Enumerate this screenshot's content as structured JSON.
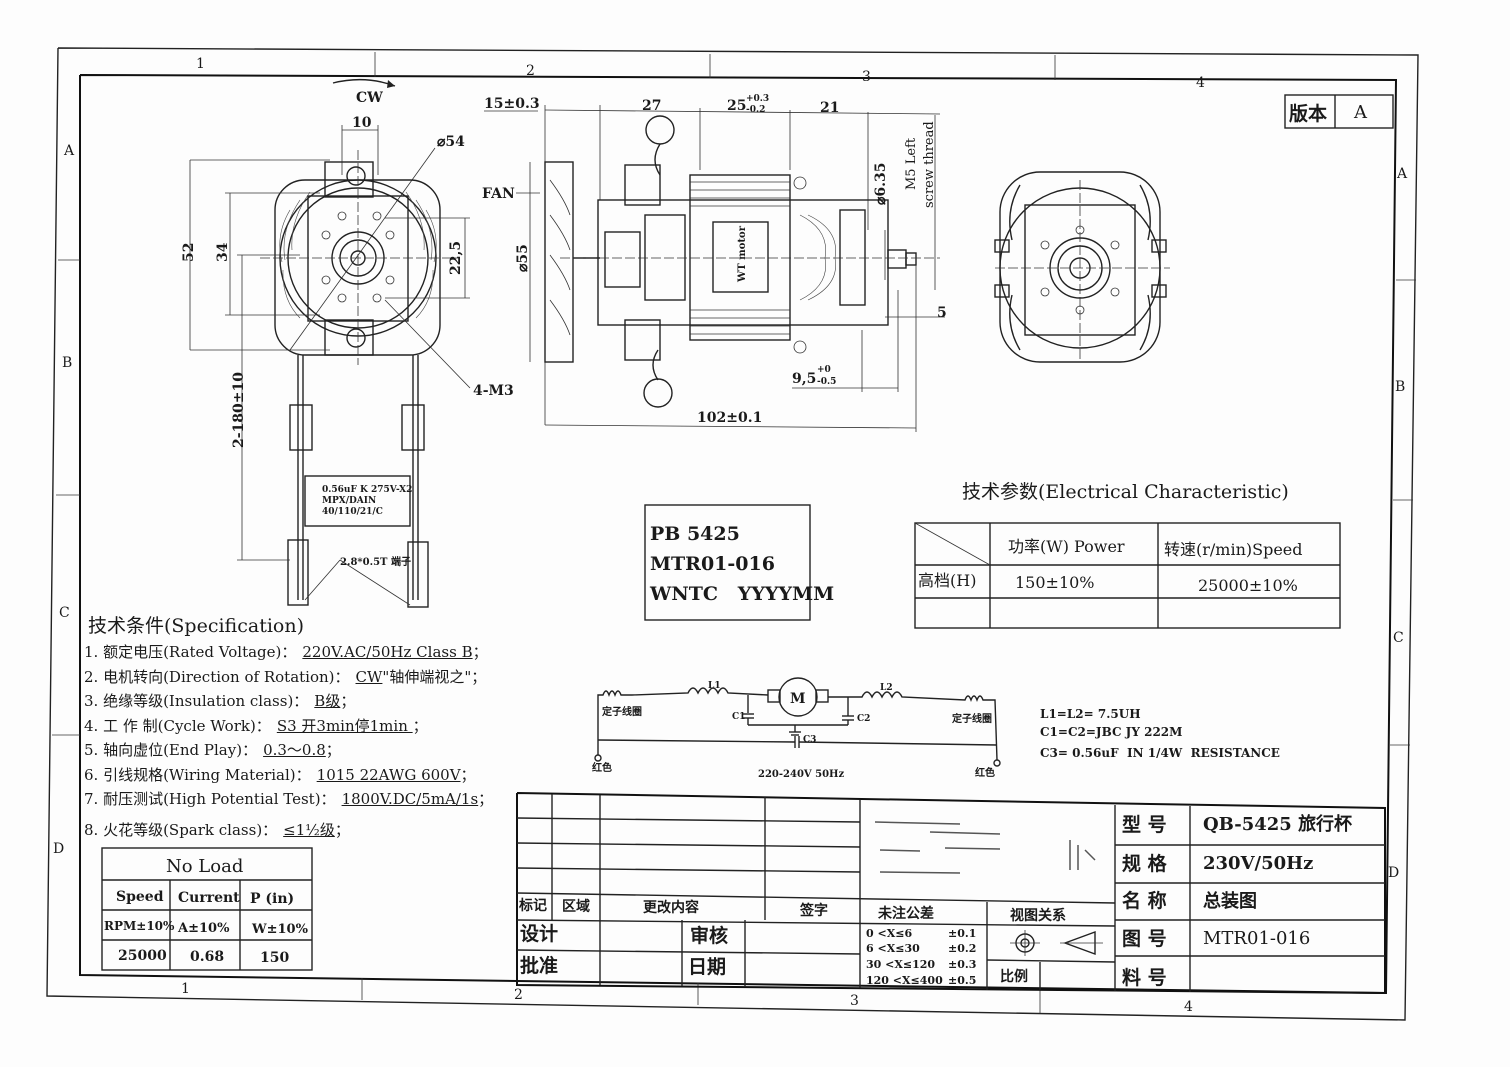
{
  "zones": {
    "columns": [
      "1",
      "2",
      "3",
      "4"
    ],
    "rows": [
      "A",
      "B",
      "C",
      "D"
    ]
  },
  "version": {
    "label": "版本",
    "value": "A"
  },
  "front_view": {
    "rotation": "CW",
    "dim_10": "10",
    "dim_dia54": "⌀54",
    "dim_52": "52",
    "dim_34": "34",
    "dim_22_5": "22,5",
    "lead_length": "2-180±10",
    "screws": "4-M3",
    "terminal": "2.8*0.5T 端子",
    "capacitor_label": [
      "0.56uF K 275V-X2",
      "MPX/DAIN",
      "40/110/21/C"
    ]
  },
  "side_view": {
    "dim_15": "15±0.3",
    "dim_27": "27",
    "dim_25": "25",
    "dim_25_tol_upper": "+0.3",
    "dim_25_tol_lower": "-0.2",
    "dim_21": "21",
    "fan": "FAN",
    "dim_dia55": "⌀55",
    "dim_dia6_35": "⌀6.35",
    "thread_1": "M5 Left",
    "thread_2": "screw thread",
    "dim_5": "5",
    "dim_9_5": "9,5",
    "dim_9_5_tol_upper": "+0",
    "dim_9_5_tol_lower": "-0.5",
    "dim_102": "102±0.1",
    "brand": "WT motor"
  },
  "marking_box": {
    "lines": [
      "PB 5425",
      "MTR01-016",
      "WNTC   YYYYMM"
    ]
  },
  "electrical": {
    "title": "技术参数(Electrical Characteristic)",
    "headers": [
      "功率(W) Power",
      "转速(r/min)Speed"
    ],
    "rows": [
      {
        "label": "高档(H)",
        "power": "150±10%",
        "speed": "25000±10%"
      }
    ]
  },
  "specification": {
    "title": "技术条件(Specification)",
    "items": [
      {
        "label": "1. 额定电压(Rated Voltage)：",
        "value": "220V.AC/50Hz Class B",
        "end": "；"
      },
      {
        "label": "2. 电机转向(Direction of Rotation)：",
        "value": "CW",
        "end": "\"轴伸端视之\"；"
      },
      {
        "label": "3. 绝缘等级(Insulation class)：",
        "value": "B级",
        "end": "；"
      },
      {
        "label": "4. 工 作 制(Cycle Work)：",
        "value": "S3 开3min停1min ",
        "end": "；"
      },
      {
        "label": "5. 轴向虚位(End Play)：",
        "value": "0.3～0.8",
        "end": "；"
      },
      {
        "label": "6. 引线规格(Wiring Material)：",
        "value": "1015 22AWG 600V",
        "end": "；"
      },
      {
        "label": "7. 耐压测试(High Potential Test)：",
        "value": "1800V.DC/5mA/1s",
        "end": "；"
      },
      {
        "label": "8. 火花等级(Spark class)：",
        "value": "≤1½级",
        "end": "；"
      }
    ]
  },
  "no_load": {
    "title": "No Load",
    "headers": [
      "Speed",
      "Current",
      "P (in)"
    ],
    "units": [
      "RPM±10%",
      "A±10%",
      "W±10%"
    ],
    "values": [
      "25000",
      "0.68",
      "150"
    ]
  },
  "circuit": {
    "stator_coil": "定子线圈",
    "l1": "L1",
    "l2": "L2",
    "c1": "C1",
    "c2": "C2",
    "c3": "C3",
    "motor": "M",
    "lead_color": "红色",
    "supply": "220-240V 50Hz",
    "notes": [
      "L1=L2= 7.5UH",
      "C1=C2=JBC JY 222M",
      "C3= 0.56uF  IN 1/4W  RESISTANCE"
    ]
  },
  "title_block": {
    "rev_headers": [
      "标记",
      "区域",
      "更改内容",
      "签字"
    ],
    "designed": "设计",
    "checked": "审核",
    "approved": "批准",
    "date": "日期",
    "tolerance_title": "未注公差",
    "tolerances": [
      {
        "range": "0 <X≤6",
        "tol": "±0.1"
      },
      {
        "range": "6 <X≤30",
        "tol": "±0.2"
      },
      {
        "range": "30 <X≤120",
        "tol": "±0.3"
      },
      {
        "range": "120 <X≤400",
        "tol": "±0.5"
      }
    ],
    "view_relation": "视图关系",
    "scale": "比例",
    "fields": [
      {
        "label": "型 号",
        "value": "QB-5425 旅行杯"
      },
      {
        "label": "规 格",
        "value": "230V/50Hz"
      },
      {
        "label": "名 称",
        "value": "总装图"
      },
      {
        "label": "图 号",
        "value": "MTR01-016"
      },
      {
        "label": "料 号",
        "value": ""
      }
    ]
  }
}
